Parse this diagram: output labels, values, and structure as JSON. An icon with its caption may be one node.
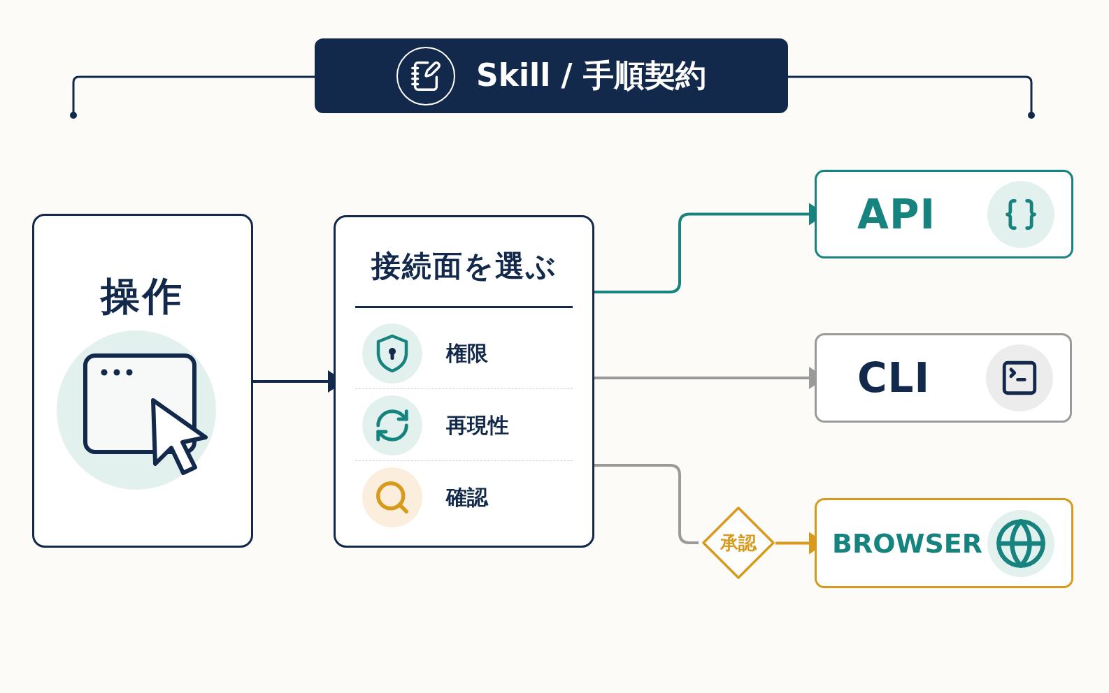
{
  "diagram": {
    "title": "Skill / 手順契約",
    "nodes": [
      {
        "text": [
          "操作"
        ]
      },
      {
        "text": [
          "接続面を選ぶ",
          "権限",
          "再現性",
          "確認"
        ]
      },
      {
        "text": [
          "API"
        ]
      },
      {
        "text": [
          "CLI"
        ]
      },
      {
        "text": [
          "承認"
        ]
      },
      {
        "text": [
          "BROWSER"
        ]
      }
    ],
    "edges": [
      {
        "from": 0,
        "to": 1,
        "arrow": "to",
        "color": "#13294b"
      },
      {
        "from": 1,
        "to": 2,
        "arrow": "to",
        "color": "#17837f"
      },
      {
        "from": 1,
        "to": 3,
        "arrow": "to",
        "color": "#9a9a9a"
      },
      {
        "from": 1,
        "to": 4,
        "arrow": "none",
        "color": "#9a9a9a"
      },
      {
        "from": 4,
        "to": 5,
        "arrow": "to",
        "color": "#d89a1c"
      }
    ]
  }
}
